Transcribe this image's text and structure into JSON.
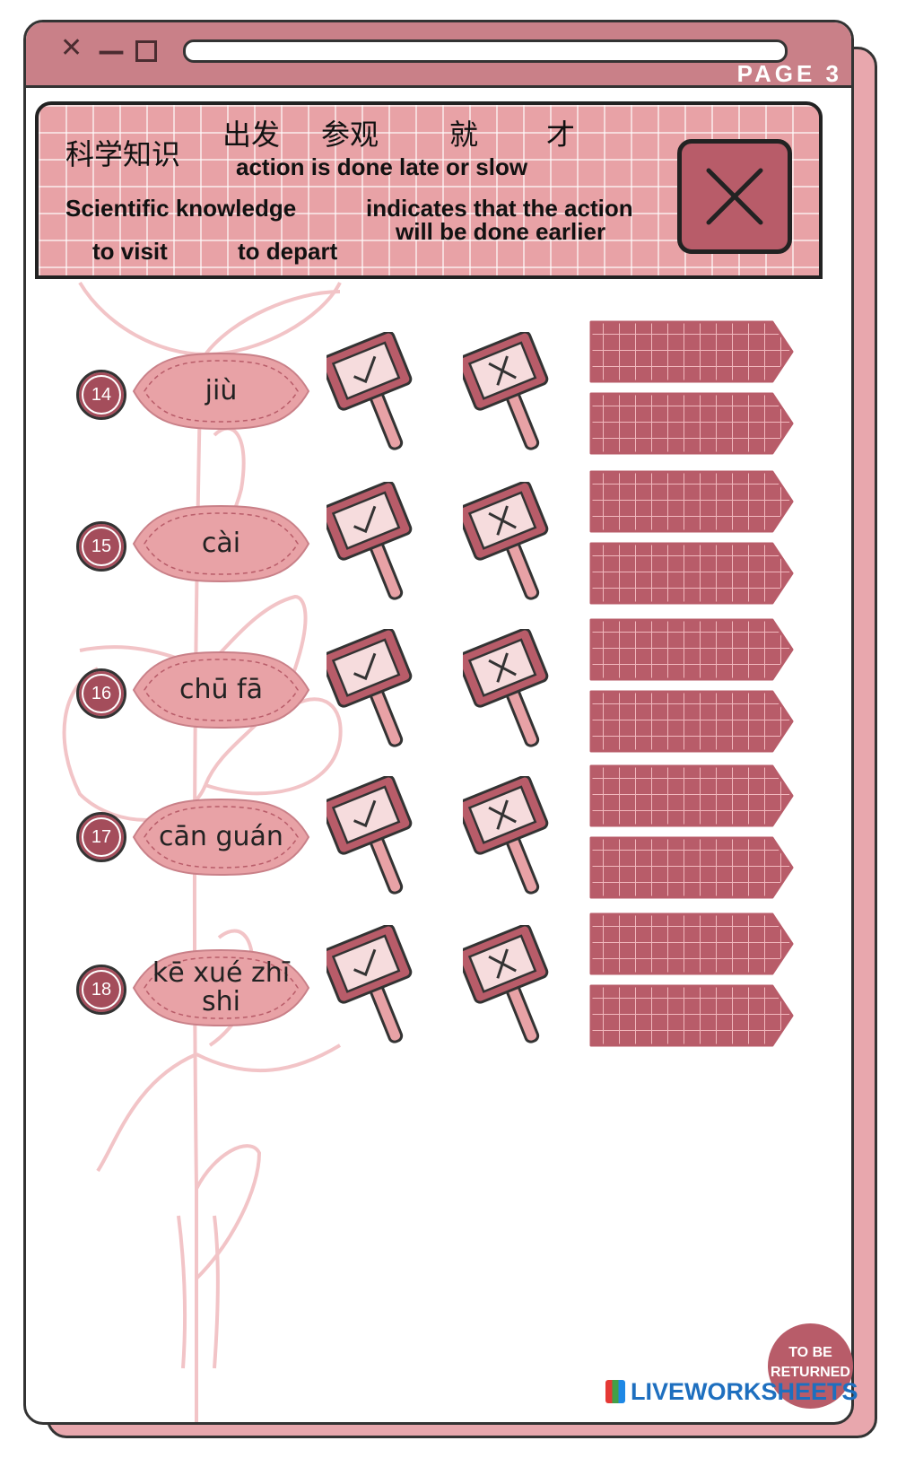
{
  "window": {
    "close_glyph": "✕",
    "minimize_glyph": "—",
    "page_label": "PAGE 3"
  },
  "header": {
    "words": [
      {
        "text": "科学知识"
      },
      {
        "text": "出发"
      },
      {
        "text": "参观"
      },
      {
        "text": "就"
      },
      {
        "text": "才"
      }
    ],
    "meanings": [
      {
        "text": "action is done late or slow"
      },
      {
        "text": "Scientific knowledge"
      },
      {
        "text": "indicates that the action"
      },
      {
        "text": "will be done earlier"
      },
      {
        "text": "to visit"
      },
      {
        "text": "to depart"
      }
    ],
    "close_icon": "close-x-icon"
  },
  "items": [
    {
      "number": "14",
      "pinyin": "jiù"
    },
    {
      "number": "15",
      "pinyin": "cài"
    },
    {
      "number": "16",
      "pinyin": "chū fā"
    },
    {
      "number": "17",
      "pinyin": "cān guán"
    },
    {
      "number": "18",
      "pinyin": "kē xué zhī shi"
    }
  ],
  "signs": {
    "correct_icon": "check-sign-icon",
    "wrong_icon": "cross-sign-icon"
  },
  "colors": {
    "accent": "#c98088",
    "dark_rose": "#b85c69",
    "pink": "#e8a2a6",
    "outline": "#333333"
  },
  "stamp": {
    "line1": "TO BE",
    "line2": "RETURNED"
  },
  "watermark": {
    "text": "LIVEWORKSHEETS"
  }
}
